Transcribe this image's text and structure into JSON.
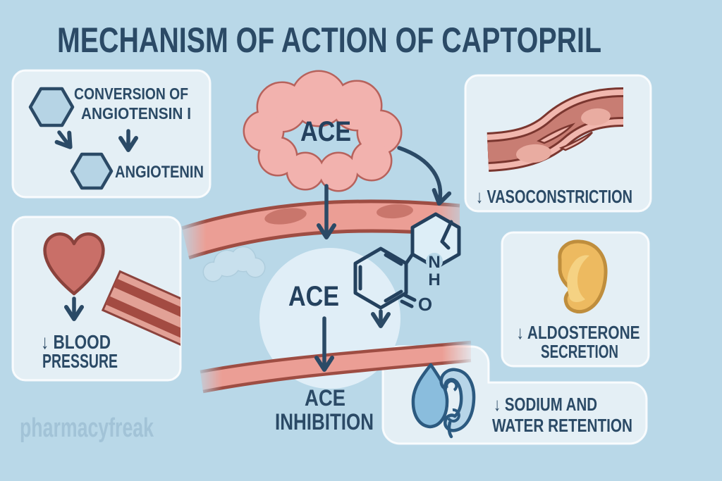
{
  "meta": {
    "title": "MECHANISM OF ACTION OF CAPTOPRIL",
    "watermark": "pharmacyfreak"
  },
  "colors": {
    "background": "#b9d8e8",
    "panel": "#e4eff5",
    "navy_text": "#2b4a66",
    "cloud_pink_fill": "#f2b2ae",
    "cloud_pink_stroke": "#b7625c",
    "vessel_fill": "#eb9e95",
    "vessel_edge": "#9e4d43",
    "vessel_dark_outline": "#7a362f",
    "heart_fill": "#c96f68",
    "adrenal_gold": "#edba60",
    "drop_blue": "#8abddd",
    "kidney_blue": "#b7d5e8",
    "hexagon_fill": "#b6d4e5",
    "watermark_color": "#a2c3d7"
  },
  "substrate_box": {
    "line1": "CONVERSION OF",
    "line2": "ANGIOTENSIN I",
    "product": "ANGIOTENIN"
  },
  "enzyme_cloud": {
    "label": "ACE"
  },
  "enzyme_site": {
    "label": "ACE"
  },
  "inhibition": {
    "line1": "ACE",
    "line2": "INHIBITION"
  },
  "chem_labels": {
    "n": "N",
    "h": "H",
    "o": "O"
  },
  "effect_boxes": {
    "vasoconstriction": {
      "label": "↓ VASOCONSTRICTION"
    },
    "blood_pressure": {
      "line1": "↓ BLOOD",
      "line2": "PRESSURE"
    },
    "aldosterone": {
      "line1": "↓ ALDOSTERONE",
      "line2": "SECRETION"
    },
    "sodium_water": {
      "line1": "↓ SODIUM AND",
      "line2": "WATER RETENTION"
    }
  },
  "icons": [
    "angiotensin-hexagon-icon",
    "ace-cloud-icon",
    "blood-vessel-band-icon",
    "cloud-doodle-icon",
    "captopril-structure-icon",
    "constricted-vessel-icon",
    "heart-icon",
    "artery-stripe-icon",
    "adrenal-gland-icon",
    "water-drop-icon",
    "kidney-icon"
  ]
}
